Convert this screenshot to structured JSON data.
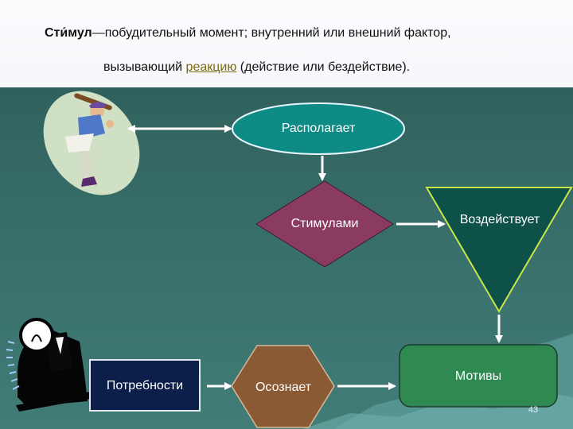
{
  "header": {
    "term": "Сти́мул",
    "definition_part1": "—побудительный момент; внутренний или внешний фактор,",
    "definition_part2_before": "вызывающий ",
    "definition_link": "реакцию",
    "definition_part2_after": " (действие или бездействие)."
  },
  "nodes": {
    "raspolagaet": "Располагает",
    "stimulami": "Стимулами",
    "vozdeystvuet": "Воздействует",
    "potrebnosti": "Потребности",
    "osoznaet": "Осознает",
    "motivy": "Мотивы"
  },
  "page_number": "43",
  "colors": {
    "ellipse": "#0f8b86",
    "diamond": "#8b3b60",
    "triangle": "#0e5148",
    "rectangle": "#0c1f4a",
    "hexagon": "#8a5a35",
    "rounded_box": "#2e8a50",
    "arrow": "#ffffff"
  }
}
